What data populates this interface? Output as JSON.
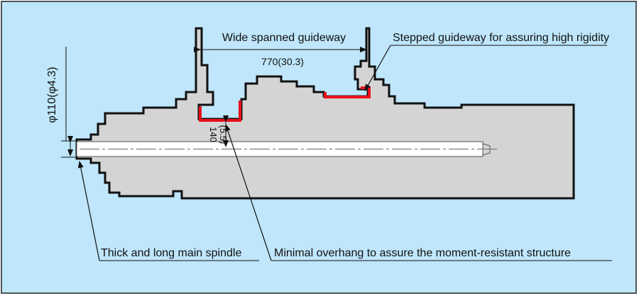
{
  "diagram": {
    "units": "mm(inch)",
    "labels": {
      "wide_guideway": "Wide spanned guideway",
      "stepped_guideway": "Stepped guideway for assuring high rigidity",
      "width_dim": "770(30.3)",
      "height_dim_mm": "140",
      "height_dim_in": "(5.5)",
      "spindle_dia_mm": "φ110",
      "spindle_dia_in": "(φ4.3)",
      "spindle_callout": "Thick and long main spindle",
      "overhang_callout": "Minimal overhang to assure the moment-resistant structure"
    },
    "colors": {
      "background": "#bfe6fb",
      "outline": "#111111",
      "body_fill": "#d4d4d4",
      "guideway_highlight": "#e8101a",
      "spindle_fill": "#ffffff"
    }
  }
}
